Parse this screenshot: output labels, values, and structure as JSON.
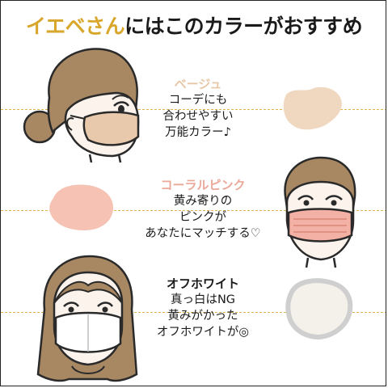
{
  "title": {
    "accent": "イエベさん",
    "rest": "にはこのカラーがおすすめ"
  },
  "sections": [
    {
      "name": "ベージュ",
      "lines": [
        "コーデにも",
        "合わせやすい",
        "万能カラー♪"
      ],
      "name_color": "#e6c7a6",
      "swatch_color": "#f0d8c0"
    },
    {
      "name": "コーラルピンク",
      "lines": [
        "黄み寄りの",
        "ピンクが",
        "あなたにマッチする♡"
      ],
      "name_color": "#eba898",
      "swatch_color": "#f6c2b4"
    },
    {
      "name": "オフホワイト",
      "lines": [
        "真っ白はNG",
        "黄みがかった",
        "オフホワイトが◎"
      ],
      "name_color": "#1a1a1a",
      "swatch_color": "#f4f1ea"
    }
  ],
  "colors": {
    "title_accent": "#d8a62a",
    "dashed_line": "#e0b24a",
    "hair": "#a88763",
    "skin": "#fbf3ec"
  }
}
